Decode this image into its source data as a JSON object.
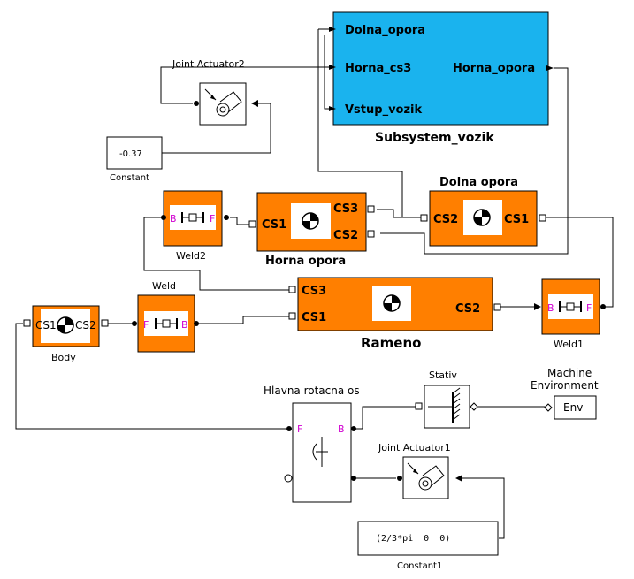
{
  "subsystem": {
    "name": "Subsystem_vozik",
    "inputs": [
      "Dolna_opora",
      "Horna_cs3",
      "Vstup_vozik"
    ],
    "output": "Horna_opora",
    "fill": "#1ab3ee"
  },
  "colors": {
    "body_fill": "#ff7f00",
    "port_label": "#d000d0",
    "wire": "#000000"
  },
  "blocks": {
    "joint_actuator2": {
      "name": "Joint Actuator2",
      "icon": "joint-actuator-icon"
    },
    "constant": {
      "name": "Constant",
      "value": "-0.37"
    },
    "weld2": {
      "name": "Weld2",
      "port_b": "B",
      "port_f": "F",
      "icon": "weld-icon"
    },
    "horna_opora": {
      "name": "Horna opora",
      "cs1": "CS1",
      "cs3": "CS3",
      "cs2": "CS2",
      "icon": "cg-icon"
    },
    "dolna_opora": {
      "name": "Dolna opora",
      "cs2": "CS2",
      "cs1": "CS1",
      "icon": "cg-icon"
    },
    "rameno": {
      "name": "Rameno",
      "cs3": "CS3",
      "cs1": "CS1",
      "cs2": "CS2",
      "icon": "cg-icon"
    },
    "weld1": {
      "name": "Weld1",
      "port_b": "B",
      "port_f": "F",
      "icon": "weld-icon"
    },
    "weld": {
      "name": "Weld",
      "port_f": "F",
      "port_b": "B",
      "icon": "weld-icon"
    },
    "body": {
      "name": "Body",
      "cs1": "CS1",
      "cs2": "CS2",
      "icon": "cg-icon"
    },
    "stativ": {
      "name": "Stativ",
      "icon": "ground-icon"
    },
    "machine_env": {
      "name_line1": "Machine",
      "name_line2": "Environment",
      "env": "Env"
    },
    "hlavna_os": {
      "name": "Hlavna rotacna os",
      "port_f": "F",
      "port_b": "B",
      "icon": "revolute-icon"
    },
    "joint_actuator1": {
      "name": "Joint Actuator1",
      "icon": "joint-actuator-icon"
    },
    "constant1": {
      "name": "Constant1",
      "value": "(2/3*pi  0  0)"
    }
  }
}
